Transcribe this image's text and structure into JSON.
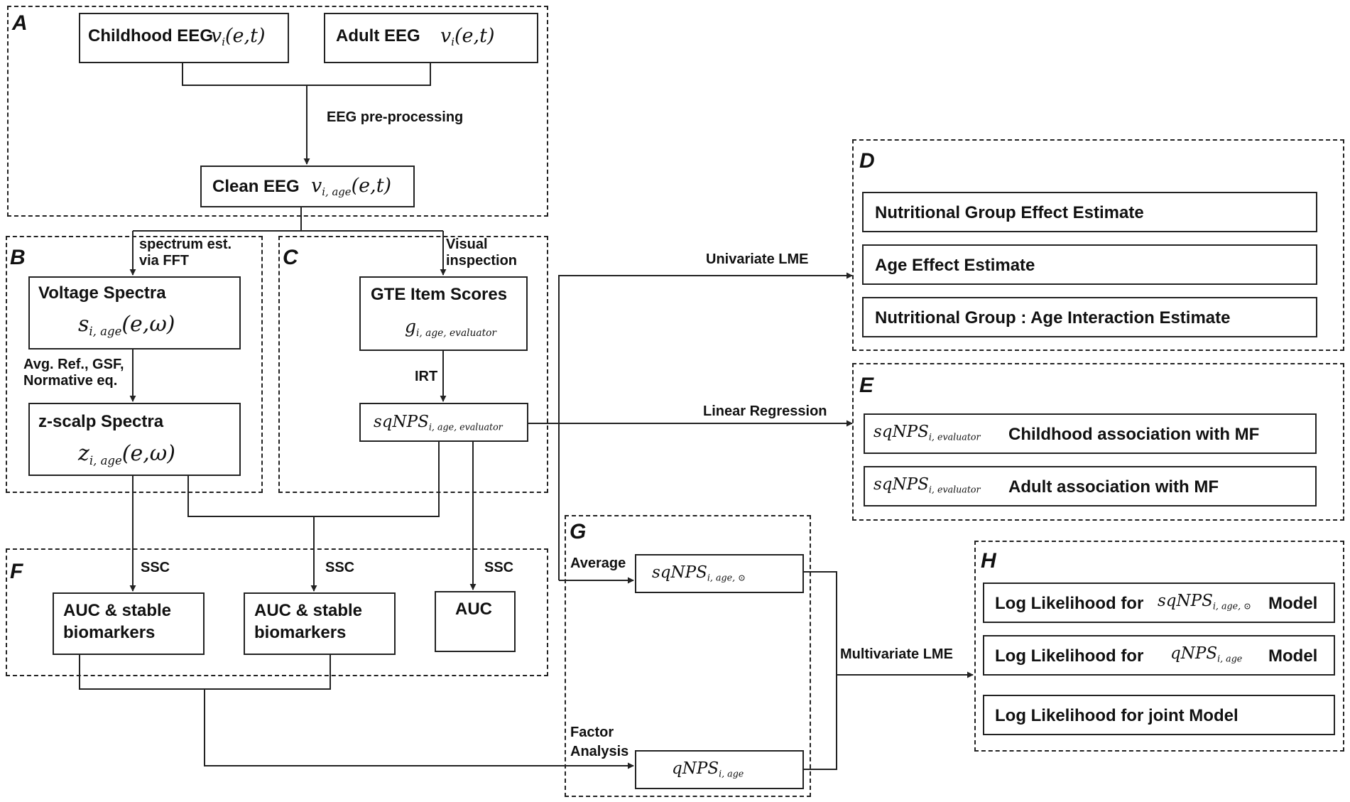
{
  "panels": {
    "A": "A",
    "B": "B",
    "C": "C",
    "D": "D",
    "E": "E",
    "F": "F",
    "G": "G",
    "H": "H"
  },
  "a": {
    "childhood": "Childhood EEG",
    "adult": "Adult EEG",
    "v_base": "v",
    "v_sub": "i",
    "et": "(e,t)",
    "preproc": "EEG pre-processing",
    "clean": "Clean EEG",
    "clean_sub": "i, age"
  },
  "b": {
    "spectrum": "spectrum est. via FFT",
    "voltage": "Voltage Spectra",
    "s_base": "s",
    "sub": "i, age",
    "ew": "(e,ω)",
    "avg_ref": "Avg. Ref., GSF, Normative eq.",
    "zscalp": "z-scalp Spectra",
    "z_base": "z"
  },
  "c": {
    "visual": "Visual inspection",
    "gte": "GTE Item Scores",
    "g_base": "g",
    "g_sub": "i, age, evaluator",
    "irt": "IRT",
    "sq_base": "sqNPS",
    "sq_sub": "i, age, evaluator"
  },
  "d": {
    "edge": "Univariate LME",
    "items": [
      "Nutritional Group Effect Estimate",
      "Age Effect Estimate",
      "Nutritional Group : Age Interaction  Estimate"
    ]
  },
  "e": {
    "edge": "Linear Regression",
    "sq_base": "sqNPS",
    "sq_sub": "i, evaluator",
    "childhood": "Childhood  association  with MF",
    "adult": "Adult  association  with MF"
  },
  "f": {
    "ssc": "SSC",
    "auc_stable": "AUC & stable biomarkers",
    "auc": "AUC"
  },
  "g": {
    "average": "Average",
    "sq_base": "sqNPS",
    "sq_sub": "i, age, ⊙",
    "factor": "Factor Analysis",
    "q_base": "qNPS",
    "q_sub": "i, age"
  },
  "h": {
    "edge": "Multivariate LME",
    "ll_for": "Log Likelihood for",
    "model": "Model",
    "joint": "Log Likelihood for  joint Model",
    "sq_base": "sqNPS",
    "sq_sub": "i, age, ⊙",
    "q_base": "qNPS",
    "q_sub": "i, age"
  }
}
